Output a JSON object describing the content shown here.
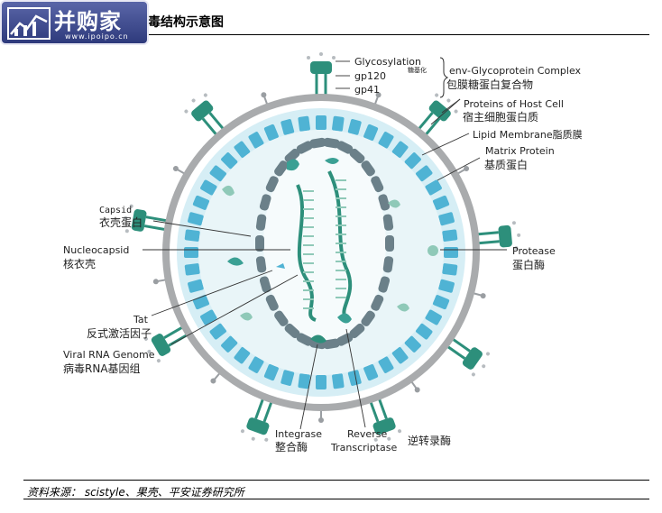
{
  "header": {
    "title": "病毒结构示意图"
  },
  "logo": {
    "main": "并购家",
    "url": "www.ipoipo.cn"
  },
  "labels": {
    "glycosylation": "Glycosylation",
    "glycosylation_cn": "糖基化",
    "gp120": "gp120",
    "gp41": "gp41",
    "env_en": "env-Glycoprotein Complex",
    "env_cn": "包膜糖蛋白复合物",
    "host_en": "Proteins of Host Cell",
    "host_cn": "宿主细胞蛋白质",
    "lipid": "Lipid Membrane脂质膜",
    "matrix_en": "Matrix Protein",
    "matrix_cn": "基质蛋白",
    "capsid_en": "Capsid",
    "capsid_cn": "衣壳蛋白",
    "nucleocapsid_en": "Nucleocapsid",
    "nucleocapsid_cn": "核衣壳",
    "protease_en": "Protease",
    "protease_cn": "蛋白酶",
    "tat_en": "Tat",
    "tat_cn": "反式激活因子",
    "rna_en": "Viral RNA Genome",
    "rna_cn": "病毒RNA基因组",
    "integrase_en": "Integrase",
    "integrase_cn": "整合酶",
    "rt_en1": "Reverse",
    "rt_en2": "Transcriptase",
    "rt_cn": "逆转录酶"
  },
  "footer": {
    "source": "资料来源： scistyle、果壳、平安证券研究所"
  },
  "colors": {
    "outer_membrane": "#a9abad",
    "matrix_ring": "#4fb3d4",
    "teal": "#2d8f7b",
    "capsid": "#6b8089",
    "core": "#e6f4f7"
  }
}
